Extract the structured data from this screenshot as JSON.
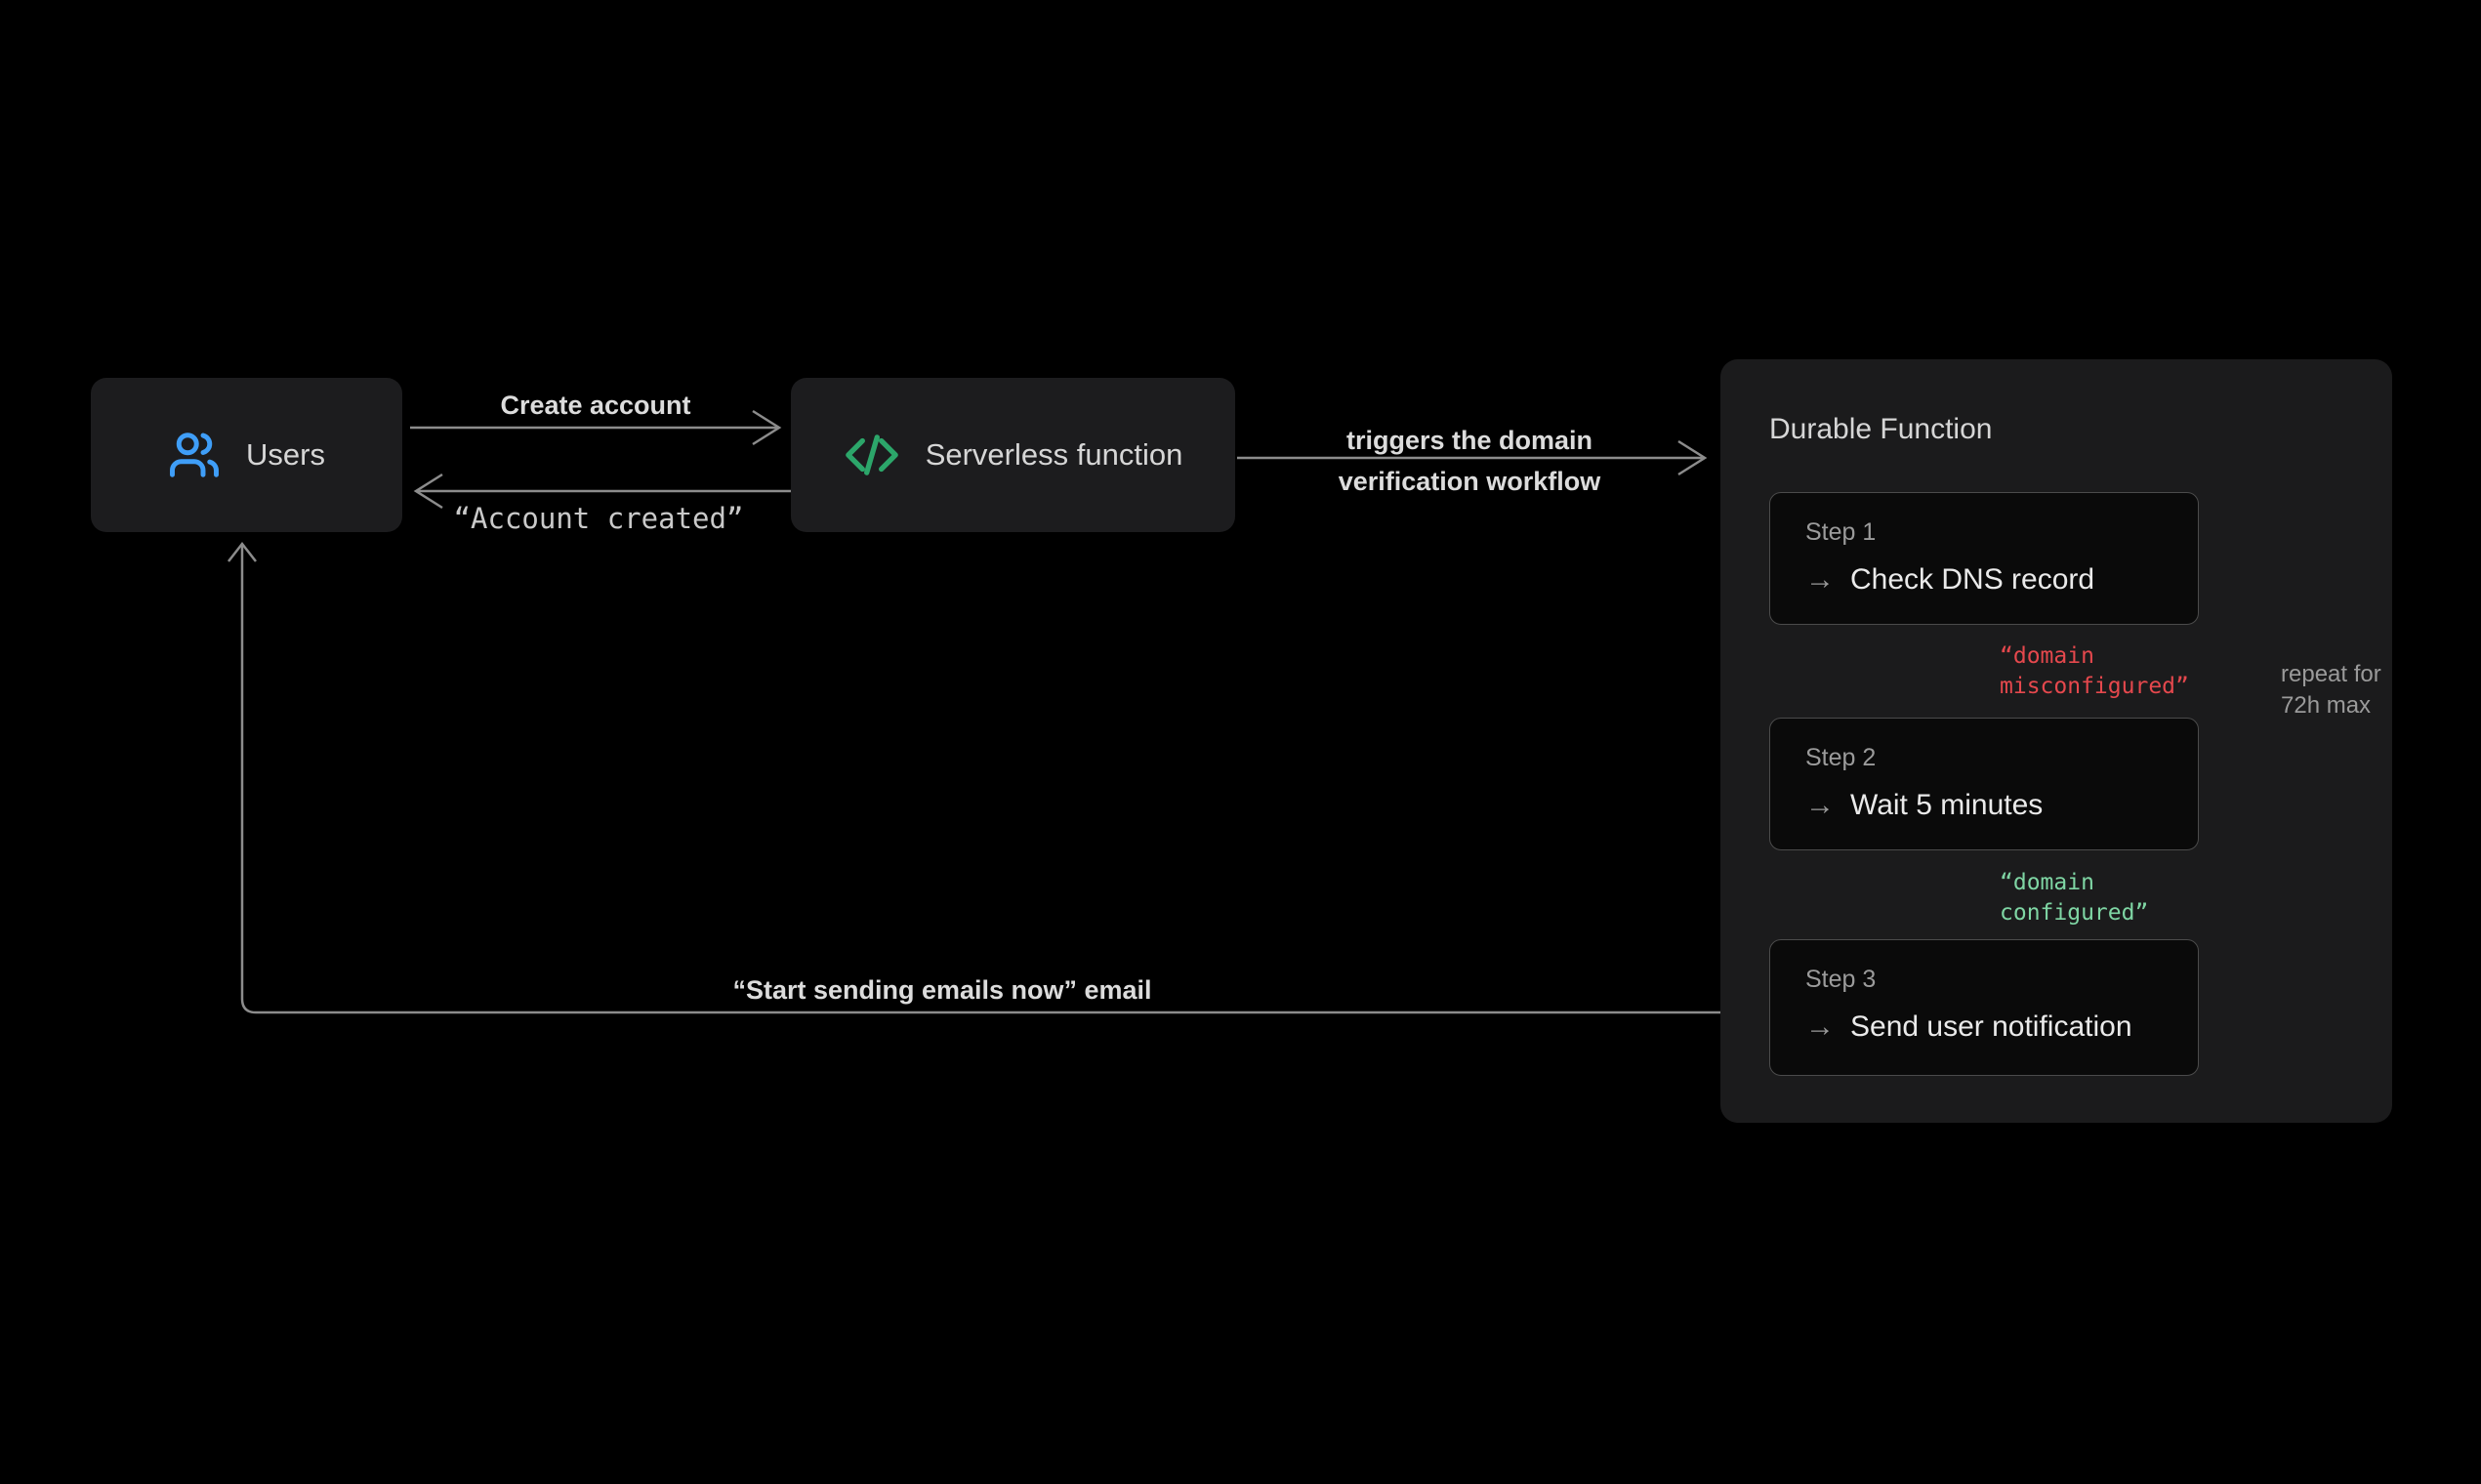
{
  "nodes": {
    "users": {
      "label": "Users"
    },
    "serverless": {
      "label": "Serverless function"
    },
    "durable": {
      "title": "Durable Function",
      "steps": [
        {
          "name": "Step 1",
          "action": "Check DNS record"
        },
        {
          "name": "Step 2",
          "action": "Wait 5 minutes"
        },
        {
          "name": "Step 3",
          "action": "Send user notification"
        }
      ]
    }
  },
  "edges": {
    "create_account": {
      "label": "Create account"
    },
    "account_created": {
      "label": "“Account created”"
    },
    "triggers": {
      "lines": [
        "triggers the domain",
        "verification workflow"
      ]
    },
    "misconfigured": {
      "lines": [
        "“domain",
        "misconfigured”"
      ]
    },
    "configured": {
      "lines": [
        "“domain",
        "configured”"
      ]
    },
    "repeat": {
      "lines": [
        "repeat for",
        "72h max"
      ]
    },
    "start_sending": {
      "label": "“Start sending emails now” email"
    }
  },
  "icons": {
    "users_icon": "users-icon",
    "code_icon": "code-icon",
    "step_arrow_glyph": "→"
  },
  "colors": {
    "background": "#000000",
    "node_box": "#1c1c1e",
    "durable_box": "#1b1b1c",
    "step_box": "#0a0a0a",
    "step_border": "#4b4b4b",
    "arrow": "#8c8c8c",
    "text_primary": "#d6d6d6",
    "text_muted": "#9b9b9b",
    "error_red": "#e5484d",
    "success_green": "#7fd6a4",
    "users_blue": "#3f9ef8",
    "code_green": "#2ca66a"
  }
}
